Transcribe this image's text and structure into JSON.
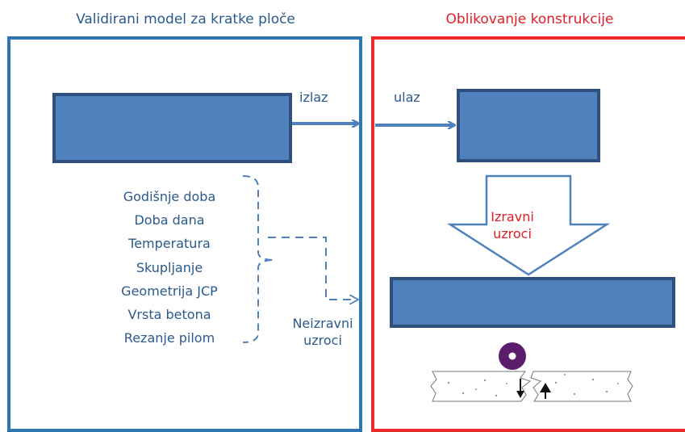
{
  "titles": {
    "left": "Validirani model za kratke ploče",
    "right": "Oblikovanje konstrukcije"
  },
  "labels": {
    "output": "izlaz",
    "input": "ulaz",
    "direct_causes": [
      "Izravni",
      "uzroci"
    ],
    "indirect_causes": [
      "Neizravni",
      "uzroci"
    ]
  },
  "factors": [
    "Godišnje doba",
    "Doba dana",
    "Temperatura",
    "Skupljanje",
    "Geometrija JCP",
    "Vrsta betona",
    "Rezanje pilom"
  ],
  "colors": {
    "left_accent": "#2e75b6",
    "right_accent": "#ef2929",
    "block_fill": "#4f81bd",
    "block_border": "#2f4f7c",
    "load_wheel": "#5b1d6b"
  }
}
